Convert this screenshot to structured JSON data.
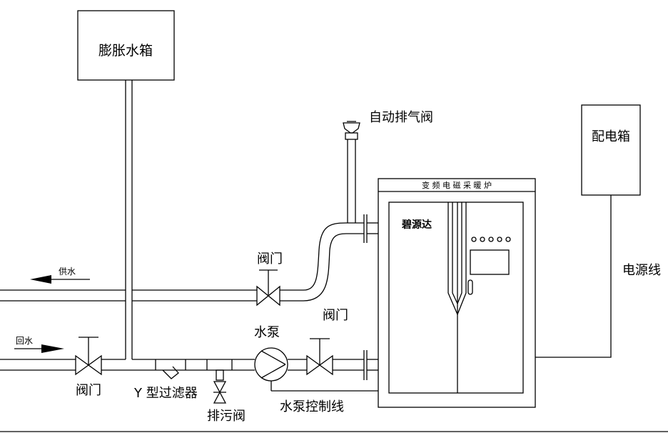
{
  "labels": {
    "expansion_tank": "膨胀水箱",
    "auto_vent": "自动排气阀",
    "distribution_box": "配电箱",
    "power_line": "电源线",
    "boiler_title": "变 频 电 磁 采 暖 炉",
    "brand": "碧源达",
    "supply_water": "供水",
    "return_water": "回水",
    "valve_supply": "阀门",
    "valve_pump_out": "阀门",
    "valve_inlet": "阀门",
    "pump": "水泵",
    "y_filter": "Y 型过滤器",
    "drain_valve": "排污阀",
    "pump_control_line": "水泵控制线"
  },
  "colors": {
    "line": "#000000",
    "background": "#ffffff"
  }
}
